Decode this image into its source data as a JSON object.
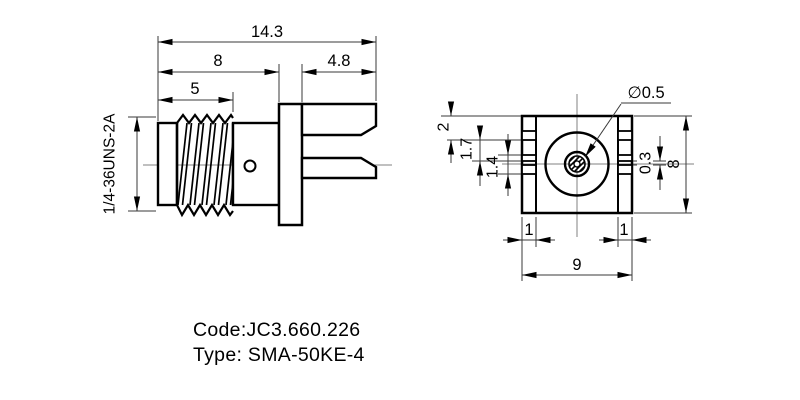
{
  "meta": {
    "background": "#ffffff",
    "ink": "#000000",
    "centerline_color": "#808080"
  },
  "side_view": {
    "thread_spec": "1/4-36UNS-2A",
    "dim_total_length": "14.3",
    "dim_body_length": "8",
    "dim_leg_length": "4.8",
    "dim_thread_length": "5"
  },
  "end_view": {
    "dim_pin_diameter": "∅0.5",
    "dim_edge_to_slot": "2",
    "dim_slot_upper": "1.7",
    "dim_slot_lower": "1.4",
    "dim_pin_offset": "0.3",
    "dim_height": "8",
    "dim_wall_left": "1",
    "dim_wall_right": "1",
    "dim_width": "9"
  },
  "footer": {
    "code": "Code:JC3.660.226",
    "type": "Type: SMA-50KE-4"
  }
}
